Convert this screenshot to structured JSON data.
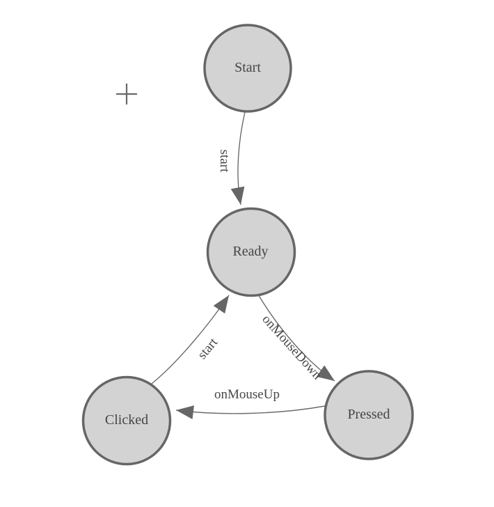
{
  "diagram": {
    "type": "state-machine",
    "nodes": [
      {
        "id": "start",
        "label": "Start"
      },
      {
        "id": "ready",
        "label": "Ready"
      },
      {
        "id": "clicked",
        "label": "Clicked"
      },
      {
        "id": "pressed",
        "label": "Pressed"
      }
    ],
    "edges": [
      {
        "from": "Start",
        "to": "Ready",
        "label": "start"
      },
      {
        "from": "Ready",
        "to": "Pressed",
        "label": "onMouseDown"
      },
      {
        "from": "Pressed",
        "to": "Clicked",
        "label": "onMouseUp"
      },
      {
        "from": "Clicked",
        "to": "Ready",
        "label": "start"
      }
    ]
  },
  "palette": {
    "background": "#ffffff",
    "node_fill": "#d3d3d3",
    "node_stroke": "#666666",
    "edge_color": "#6b6b6b",
    "arrowhead_color": "#666666",
    "label_color": "#454545",
    "crosshair_color": "#696969"
  }
}
